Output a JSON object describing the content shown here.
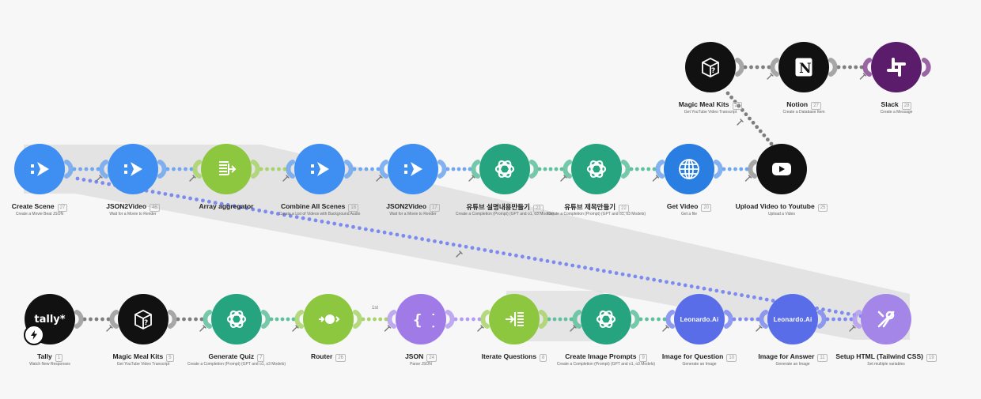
{
  "colors": {
    "json2video": "#3f8ef2",
    "openai": "#25a47f",
    "tools": "#8dc63f",
    "youtube": "#111111",
    "http": "#2a7de1",
    "leonardo": "#5a6de8",
    "json": "#a07be8",
    "setup": "#a486e8",
    "slack": "#5b1c6b",
    "dots": "#7e7e7e",
    "link_json2video": "#6fa6f0",
    "link_openai": "#5fc09c",
    "link_tools": "#a8d36a",
    "link_leonardo": "#7d8bf0",
    "link_json": "#b49cf0",
    "link_slack": "#8a4a96"
  },
  "modules": [
    {
      "id": "create-scene",
      "label": "Create Scene",
      "num": "27",
      "desc": "Create a Movie Beat JSON",
      "icon": "json2video-icon",
      "color": "json2video"
    },
    {
      "id": "json2video-wait",
      "label": "JSON2Video",
      "num": "46",
      "desc": "Wait for a Movie to Render",
      "icon": "json2video-icon",
      "color": "json2video"
    },
    {
      "id": "array-aggregator",
      "label": "Array aggregator",
      "num": "",
      "desc": "",
      "icon": "aggregator-icon",
      "color": "tools"
    },
    {
      "id": "combine-all-scenes",
      "label": "Combine All Scenes",
      "num": "18",
      "desc": "Create a List of Videos with Background Audio",
      "icon": "json2video-icon",
      "color": "json2video"
    },
    {
      "id": "json2video-wait-2",
      "label": "JSON2Video",
      "num": "17",
      "desc": "Wait for a Movie to Render",
      "icon": "json2video-icon",
      "color": "json2video"
    },
    {
      "id": "yt-description",
      "label": "유튜브 설명내용만들기",
      "num": "23",
      "desc": "Create a Completion (Prompt) (GPT and o1, o3 Models)",
      "icon": "openai-icon",
      "color": "openai"
    },
    {
      "id": "yt-title",
      "label": "유튜브 제목만들기",
      "num": "22",
      "desc": "Create a Completion (Prompt) (GPT and o1, o3 Models)",
      "icon": "openai-icon",
      "color": "openai"
    },
    {
      "id": "get-video",
      "label": "Get Video",
      "num": "20",
      "desc": "Get a file",
      "icon": "globe-icon",
      "color": "http"
    },
    {
      "id": "upload-youtube",
      "label": "Upload Video to Youtube",
      "num": "25",
      "desc": "Upload a Video",
      "icon": "youtube-icon",
      "color": "youtube"
    },
    {
      "id": "magic-meal-kits-top",
      "label": "Magic Meal Kits",
      "num": "27",
      "desc": "Get YouTube Video Transcript",
      "icon": "box-icon",
      "color": "youtube"
    },
    {
      "id": "notion",
      "label": "Notion",
      "num": "27",
      "desc": "Create a Database Item",
      "icon": "notion-icon",
      "color": "youtube"
    },
    {
      "id": "slack",
      "label": "Slack",
      "num": "28",
      "desc": "Create a Message",
      "icon": "slack-icon",
      "color": "slack"
    },
    {
      "id": "tally",
      "label": "Tally",
      "num": "1",
      "desc": "Watch New Responses",
      "icon": "tally-icon",
      "color": "youtube",
      "logo": "tally"
    },
    {
      "id": "magic-meal-kits",
      "label": "Magic Meal Kits",
      "num": "5",
      "desc": "Get YouTube Video Transcript",
      "icon": "box-icon",
      "color": "youtube"
    },
    {
      "id": "generate-quiz",
      "label": "Generate Quiz",
      "num": "7",
      "desc": "Create a Completion (Prompt) (GPT and o1, o3 Models)",
      "icon": "openai-icon",
      "color": "openai"
    },
    {
      "id": "router",
      "label": "Router",
      "num": "26",
      "desc": "",
      "icon": "router-icon",
      "color": "tools"
    },
    {
      "id": "json",
      "label": "JSON",
      "num": "24",
      "desc": "Parse JSON",
      "icon": "braces-icon",
      "color": "json"
    },
    {
      "id": "iterate-questions",
      "label": "Iterate Questions",
      "num": "8",
      "desc": "",
      "icon": "iterator-icon",
      "color": "tools"
    },
    {
      "id": "create-image-prompts",
      "label": "Create Image Prompts",
      "num": "9",
      "desc": "Create a Completion (Prompt) (GPT and o1, o3 Models)",
      "icon": "openai-icon",
      "color": "openai"
    },
    {
      "id": "image-for-question",
      "label": "Image for Question",
      "num": "10",
      "desc": "Generate an Image",
      "icon": "leonardo-icon",
      "color": "leonardo",
      "logo": "Leonardo.Ai"
    },
    {
      "id": "image-for-answer",
      "label": "Image for Answer",
      "num": "11",
      "desc": "Generate an Image",
      "icon": "leonardo-icon",
      "color": "leonardo",
      "logo": "Leonardo.Ai"
    },
    {
      "id": "setup-html",
      "label": "Setup HTML (Tailwind CSS)",
      "num": "19",
      "desc": "Set multiple variables",
      "icon": "tools-icon",
      "color": "setup"
    }
  ],
  "route_label": "1st"
}
